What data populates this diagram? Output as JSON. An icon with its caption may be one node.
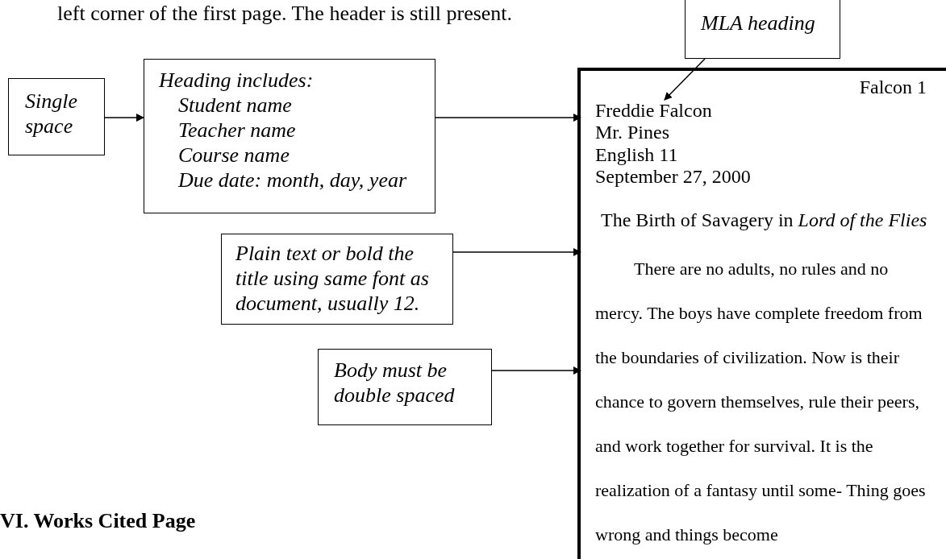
{
  "diagram": {
    "nodes": [
      {
        "text": [
          "Single space"
        ]
      },
      {
        "text": [
          "Heading includes:",
          "Student name",
          "Teacher name",
          "Course name",
          "Due date: month, day, year"
        ]
      },
      {
        "text": [
          "MLA heading"
        ]
      },
      {
        "text": [
          "Plain text or bold the title using same font as document, usually 12."
        ]
      },
      {
        "text": [
          "Body must be double spaced"
        ]
      },
      {
        "text": [],
        "shape": "box"
      },
      {
        "text": [
          "Falcon 1"
        ],
        "in": 5
      },
      {
        "text": [
          "Freddie Falcon",
          "Mr. Pines",
          "English 11",
          "September 27, 2000"
        ],
        "in": 5
      },
      {
        "text": [
          "The Birth of Savagery in *Lord of the Flies*"
        ],
        "in": 5
      },
      {
        "text": [
          "There are no adults, no rules and no mercy. The boys have complete freedom from the boundaries of civilization. Now is their chance to govern themselves, rule their peers, and work together for survival. It is the realization of a fantasy until some- Thing goes wrong and things become"
        ],
        "in": 5
      }
    ],
    "edges": [
      {
        "from": 0,
        "to": 1,
        "arrow": "to"
      },
      {
        "from": 1,
        "to": 7,
        "arrow": "to"
      },
      {
        "from": 2,
        "to": 7,
        "arrow": "to"
      },
      {
        "from": 3,
        "to": 8,
        "arrow": "to"
      },
      {
        "from": 4,
        "to": 9,
        "arrow": "to"
      }
    ],
    "labels": [
      "left corner of the first page. The header is still present.",
      "VI. Works Cited Page"
    ]
  }
}
